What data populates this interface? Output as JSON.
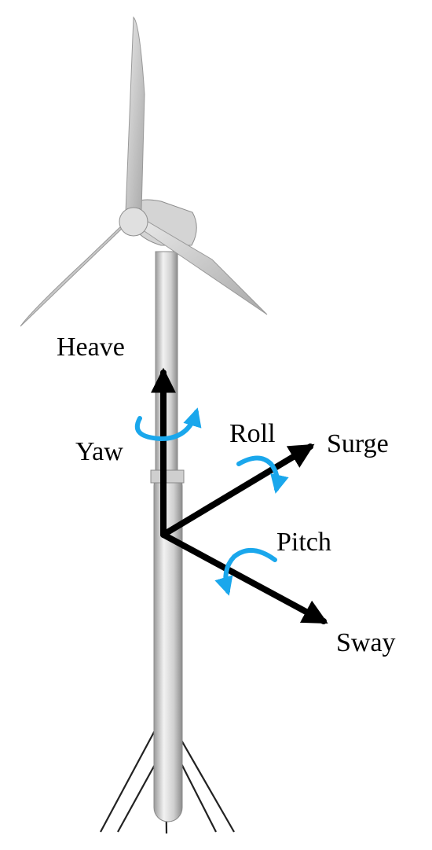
{
  "labels": {
    "heave": "Heave",
    "yaw": "Yaw",
    "roll": "Roll",
    "surge": "Surge",
    "pitch": "Pitch",
    "sway": "Sway"
  },
  "colors": {
    "axis_arrow": "#000000",
    "rotation_arrow": "#1aa7ec",
    "turbine_body": "#d9d9d9",
    "mooring_line": "#222222"
  }
}
